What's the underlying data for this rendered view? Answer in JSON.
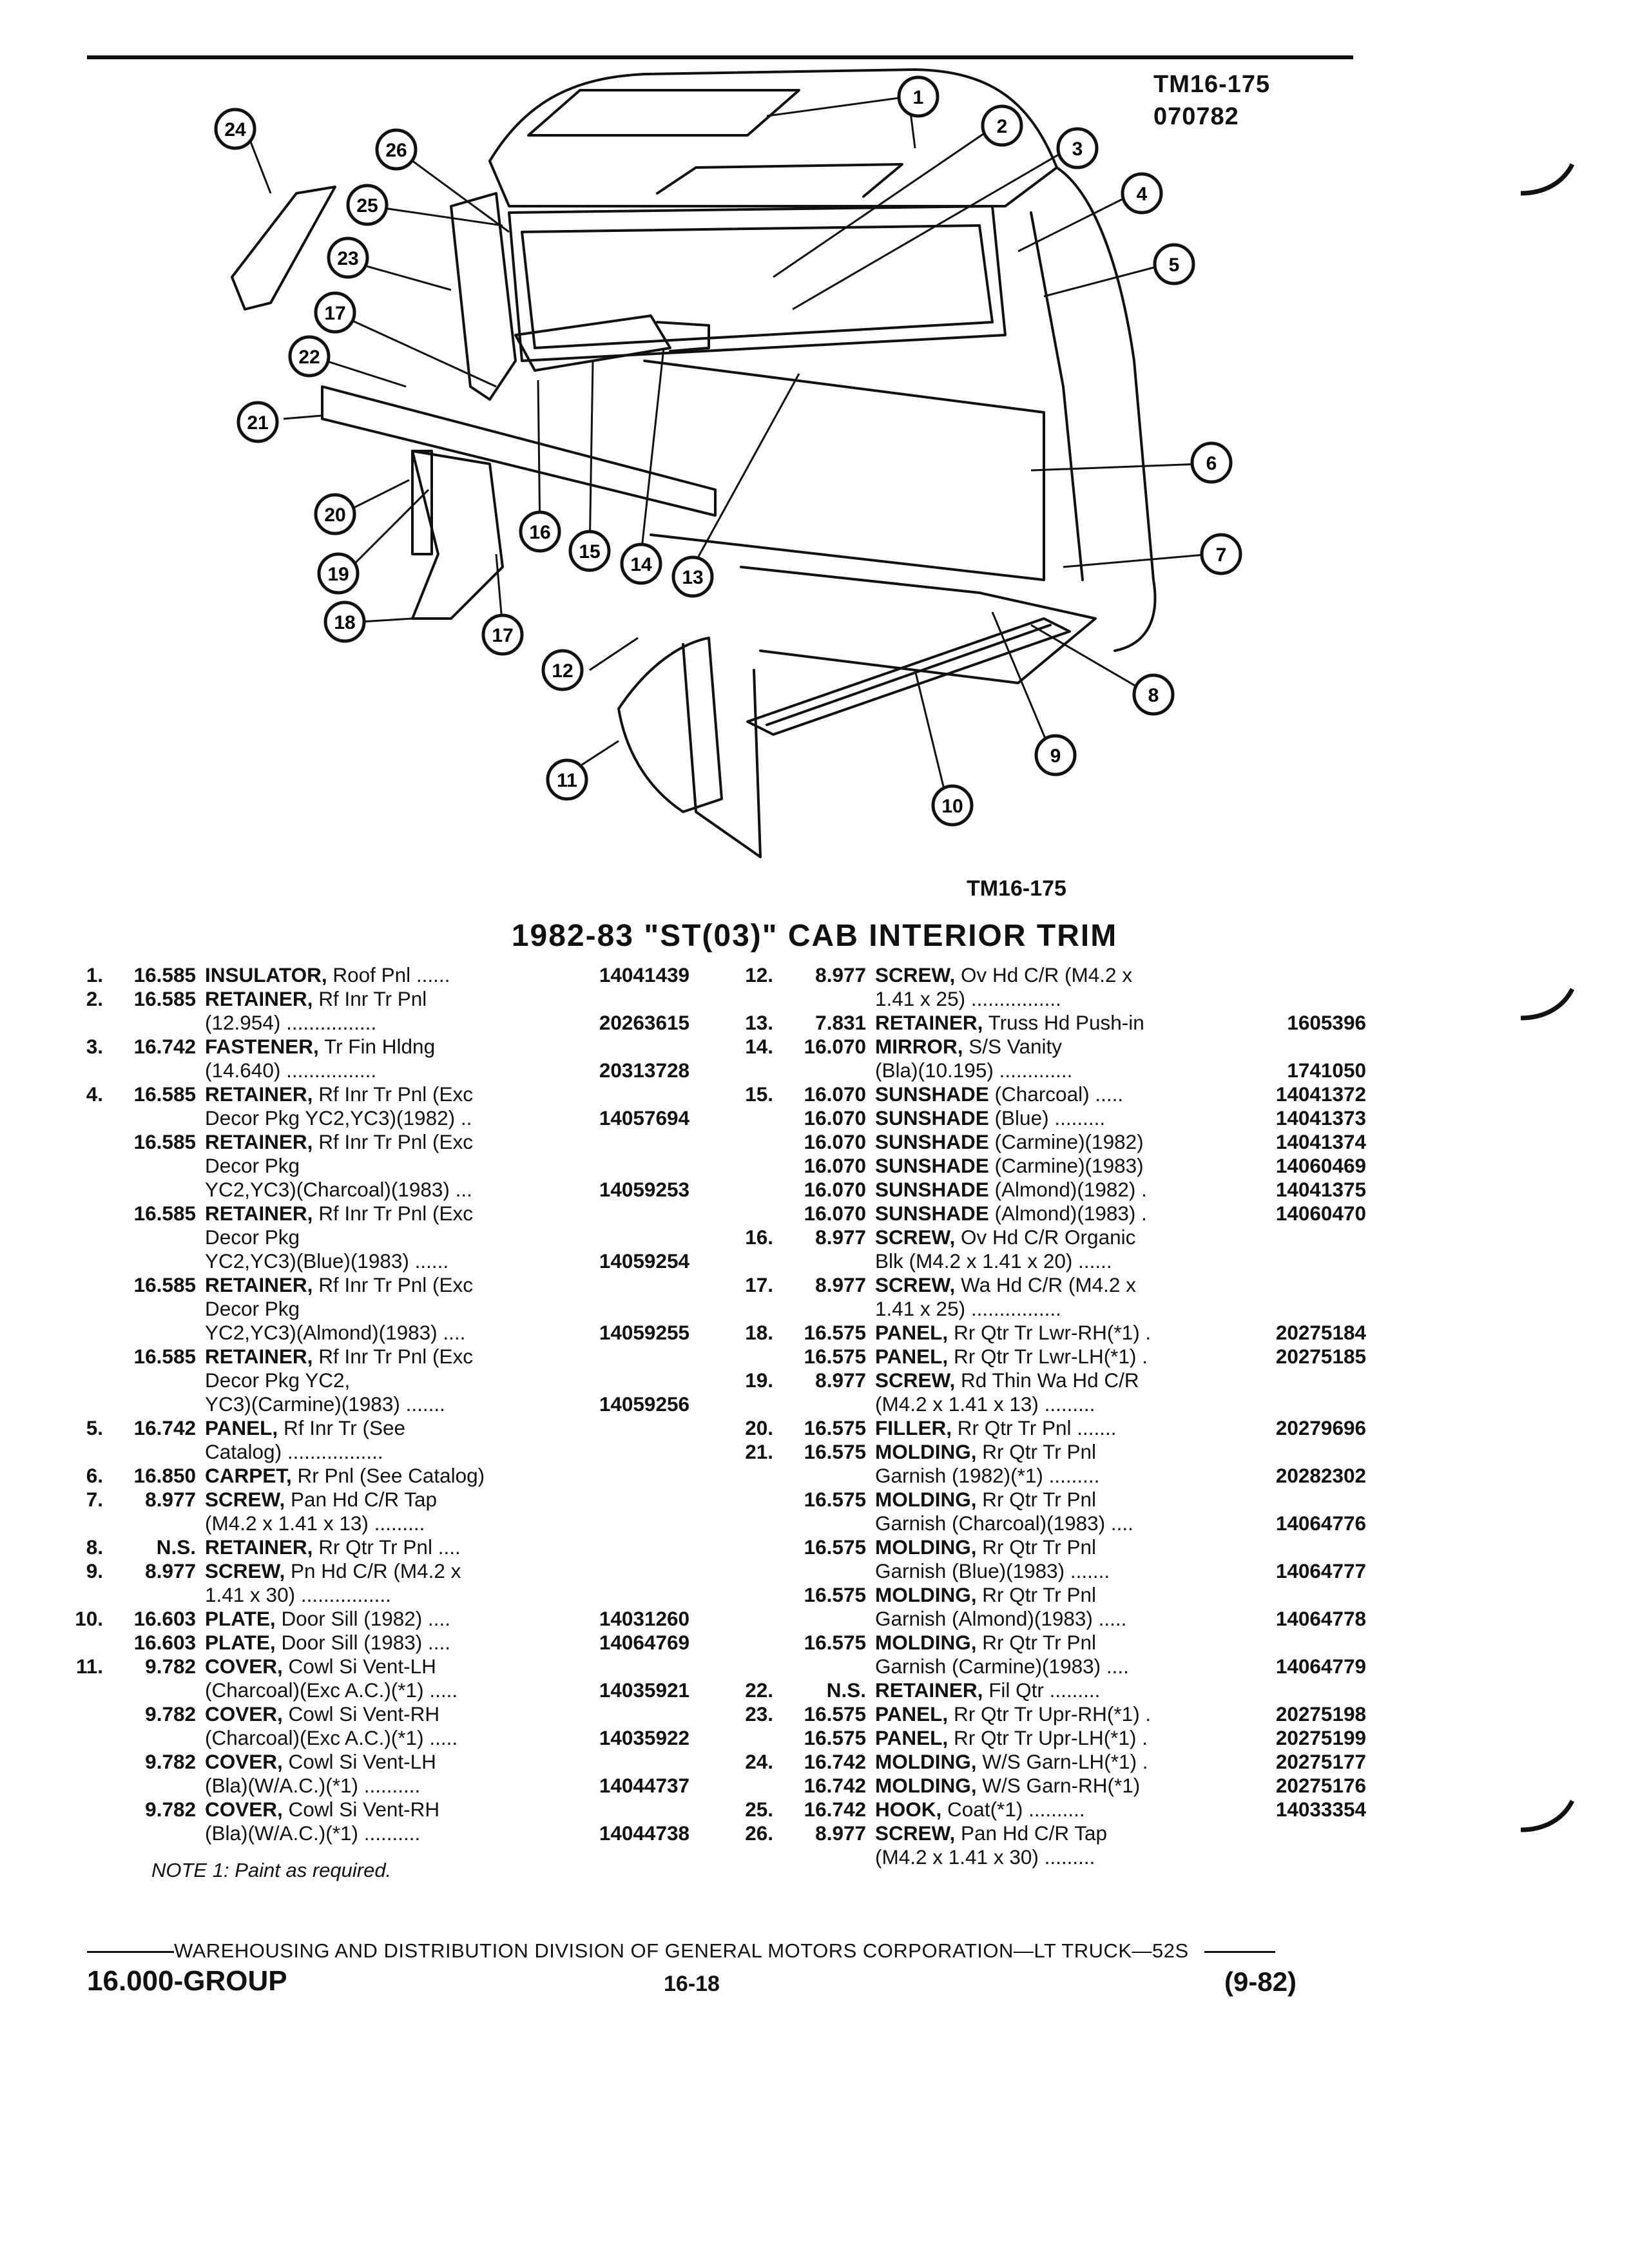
{
  "header": {
    "tm_code": "TM16-175",
    "tm_date": "070782"
  },
  "diagram": {
    "caption": "TM16-175",
    "callouts": [
      "1",
      "2",
      "3",
      "4",
      "5",
      "6",
      "7",
      "8",
      "9",
      "10",
      "11",
      "12",
      "13",
      "14",
      "15",
      "16",
      "17",
      "17",
      "18",
      "19",
      "20",
      "21",
      "22",
      "23",
      "24",
      "25",
      "26"
    ]
  },
  "title": "1982-83 \"ST(03)\" CAB INTERIOR TRIM",
  "left_column": [
    {
      "num": "1.",
      "code": "16.585",
      "name": "INSULATOR,",
      "desc": "Roof Pnl ......",
      "part": "14041439",
      "cont": []
    },
    {
      "num": "2.",
      "code": "16.585",
      "name": "RETAINER,",
      "desc": "Rf Inr Tr Pnl",
      "part": "",
      "cont": [
        "(12.954) ................",
        "20263615"
      ]
    },
    {
      "num": "3.",
      "code": "16.742",
      "name": "FASTENER,",
      "desc": "Tr Fin Hldng",
      "part": "",
      "cont": [
        "(14.640) ................",
        "20313728"
      ]
    },
    {
      "num": "4.",
      "code": "16.585",
      "name": "RETAINER,",
      "desc": "Rf Inr Tr Pnl (Exc",
      "part": "",
      "cont": [
        "Decor Pkg YC2,YC3)(1982) ..",
        "14057694"
      ]
    },
    {
      "num": "",
      "code": "16.585",
      "name": "RETAINER,",
      "desc": "Rf Inr Tr Pnl (Exc",
      "part": "",
      "cont": [
        "Decor Pkg",
        ""
      ],
      "cont2": [
        "YC2,YC3)(Charcoal)(1983) ...",
        "14059253"
      ]
    },
    {
      "num": "",
      "code": "16.585",
      "name": "RETAINER,",
      "desc": "Rf Inr Tr Pnl (Exc",
      "part": "",
      "cont": [
        "Decor Pkg",
        ""
      ],
      "cont2": [
        "YC2,YC3)(Blue)(1983) ......",
        "14059254"
      ]
    },
    {
      "num": "",
      "code": "16.585",
      "name": "RETAINER,",
      "desc": "Rf Inr Tr Pnl (Exc",
      "part": "",
      "cont": [
        "Decor Pkg",
        ""
      ],
      "cont2": [
        "YC2,YC3)(Almond)(1983) ....",
        "14059255"
      ]
    },
    {
      "num": "",
      "code": "16.585",
      "name": "RETAINER,",
      "desc": "Rf Inr Tr Pnl (Exc",
      "part": "",
      "cont": [
        "Decor Pkg YC2,",
        ""
      ],
      "cont2": [
        "YC3)(Carmine)(1983) .......",
        "14059256"
      ]
    },
    {
      "num": "5.",
      "code": "16.742",
      "name": "PANEL,",
      "desc": "Rf Inr Tr (See",
      "part": "",
      "cont": [
        "Catalog) .................",
        ""
      ]
    },
    {
      "num": "6.",
      "code": "16.850",
      "name": "CARPET,",
      "desc": "Rr Pnl (See Catalog)",
      "part": "",
      "cont": []
    },
    {
      "num": "7.",
      "code": "8.977",
      "name": "SCREW,",
      "desc": "Pan Hd C/R Tap",
      "part": "",
      "cont": [
        "(M4.2 x 1.41 x 13) .........",
        ""
      ]
    },
    {
      "num": "8.",
      "code": "N.S.",
      "name": "RETAINER,",
      "desc": "Rr Qtr Tr Pnl ....",
      "part": "",
      "cont": []
    },
    {
      "num": "9.",
      "code": "8.977",
      "name": "SCREW,",
      "desc": "Pn Hd C/R (M4.2 x",
      "part": "",
      "cont": [
        "1.41 x 30) ................",
        ""
      ]
    },
    {
      "num": "10.",
      "code": "16.603",
      "name": "PLATE,",
      "desc": "Door Sill (1982) ....",
      "part": "14031260",
      "cont": []
    },
    {
      "num": "",
      "code": "16.603",
      "name": "PLATE,",
      "desc": "Door Sill (1983) ....",
      "part": "14064769",
      "cont": []
    },
    {
      "num": "11.",
      "code": "9.782",
      "name": "COVER,",
      "desc": "Cowl Si Vent-LH",
      "part": "",
      "cont": [
        "(Charcoal)(Exc A.C.)(*1) .....",
        "14035921"
      ]
    },
    {
      "num": "",
      "code": "9.782",
      "name": "COVER,",
      "desc": "Cowl Si Vent-RH",
      "part": "",
      "cont": [
        "(Charcoal)(Exc A.C.)(*1) .....",
        "14035922"
      ]
    },
    {
      "num": "",
      "code": "9.782",
      "name": "COVER,",
      "desc": "Cowl Si Vent-LH",
      "part": "",
      "cont": [
        "(Bla)(W/A.C.)(*1) ..........",
        "14044737"
      ]
    },
    {
      "num": "",
      "code": "9.782",
      "name": "COVER,",
      "desc": "Cowl Si Vent-RH",
      "part": "",
      "cont": [
        "(Bla)(W/A.C.)(*1) ..........",
        "14044738"
      ]
    }
  ],
  "right_column": [
    {
      "num": "12.",
      "code": "8.977",
      "name": "SCREW,",
      "desc": "Ov Hd C/R (M4.2 x",
      "part": "",
      "cont": [
        "1.41 x 25) ................",
        ""
      ]
    },
    {
      "num": "13.",
      "code": "7.831",
      "name": "RETAINER,",
      "desc": "Truss Hd Push-in",
      "part": "1605396",
      "cont": []
    },
    {
      "num": "14.",
      "code": "16.070",
      "name": "MIRROR,",
      "desc": "S/S Vanity",
      "part": "",
      "cont": [
        "(Bla)(10.195) .............",
        "1741050"
      ]
    },
    {
      "num": "15.",
      "code": "16.070",
      "name": "SUNSHADE",
      "desc": "(Charcoal) .....",
      "part": "14041372",
      "cont": []
    },
    {
      "num": "",
      "code": "16.070",
      "name": "SUNSHADE",
      "desc": "(Blue) .........",
      "part": "14041373",
      "cont": []
    },
    {
      "num": "",
      "code": "16.070",
      "name": "SUNSHADE",
      "desc": "(Carmine)(1982)",
      "part": "14041374",
      "cont": []
    },
    {
      "num": "",
      "code": "16.070",
      "name": "SUNSHADE",
      "desc": "(Carmine)(1983)",
      "part": "14060469",
      "cont": []
    },
    {
      "num": "",
      "code": "16.070",
      "name": "SUNSHADE",
      "desc": "(Almond)(1982) .",
      "part": "14041375",
      "cont": []
    },
    {
      "num": "",
      "code": "16.070",
      "name": "SUNSHADE",
      "desc": "(Almond)(1983) .",
      "part": "14060470",
      "cont": []
    },
    {
      "num": "16.",
      "code": "8.977",
      "name": "SCREW,",
      "desc": "Ov Hd C/R Organic",
      "part": "",
      "cont": [
        "Blk (M4.2 x 1.41 x 20) ......",
        ""
      ]
    },
    {
      "num": "17.",
      "code": "8.977",
      "name": "SCREW,",
      "desc": "Wa Hd C/R (M4.2 x",
      "part": "",
      "cont": [
        "1.41 x 25) ................",
        ""
      ]
    },
    {
      "num": "18.",
      "code": "16.575",
      "name": "PANEL,",
      "desc": "Rr Qtr Tr Lwr-RH(*1) .",
      "part": "20275184",
      "cont": []
    },
    {
      "num": "",
      "code": "16.575",
      "name": "PANEL,",
      "desc": "Rr Qtr Tr Lwr-LH(*1) .",
      "part": "20275185",
      "cont": []
    },
    {
      "num": "19.",
      "code": "8.977",
      "name": "SCREW,",
      "desc": "Rd Thin Wa Hd C/R",
      "part": "",
      "cont": [
        "(M4.2 x 1.41 x 13) .........",
        ""
      ]
    },
    {
      "num": "20.",
      "code": "16.575",
      "name": "FILLER,",
      "desc": "Rr Qtr Tr Pnl .......",
      "part": "20279696",
      "cont": []
    },
    {
      "num": "21.",
      "code": "16.575",
      "name": "MOLDING,",
      "desc": "Rr Qtr Tr Pnl",
      "part": "",
      "cont": [
        "Garnish (1982)(*1) .........",
        "20282302"
      ]
    },
    {
      "num": "",
      "code": "16.575",
      "name": "MOLDING,",
      "desc": "Rr Qtr Tr Pnl",
      "part": "",
      "cont": [
        "Garnish (Charcoal)(1983) ....",
        "14064776"
      ]
    },
    {
      "num": "",
      "code": "16.575",
      "name": "MOLDING,",
      "desc": "Rr Qtr Tr Pnl",
      "part": "",
      "cont": [
        "Garnish (Blue)(1983) .......",
        "14064777"
      ]
    },
    {
      "num": "",
      "code": "16.575",
      "name": "MOLDING,",
      "desc": "Rr Qtr Tr Pnl",
      "part": "",
      "cont": [
        "Garnish (Almond)(1983) .....",
        "14064778"
      ]
    },
    {
      "num": "",
      "code": "16.575",
      "name": "MOLDING,",
      "desc": "Rr Qtr Tr Pnl",
      "part": "",
      "cont": [
        "Garnish (Carmine)(1983) ....",
        "14064779"
      ]
    },
    {
      "num": "22.",
      "code": "N.S.",
      "name": "RETAINER,",
      "desc": "Fil Qtr .........",
      "part": "",
      "cont": []
    },
    {
      "num": "23.",
      "code": "16.575",
      "name": "PANEL,",
      "desc": "Rr Qtr Tr Upr-RH(*1) .",
      "part": "20275198",
      "cont": []
    },
    {
      "num": "",
      "code": "16.575",
      "name": "PANEL,",
      "desc": "Rr Qtr Tr Upr-LH(*1) .",
      "part": "20275199",
      "cont": []
    },
    {
      "num": "24.",
      "code": "16.742",
      "name": "MOLDING,",
      "desc": "W/S Garn-LH(*1) .",
      "part": "20275177",
      "cont": []
    },
    {
      "num": "",
      "code": "16.742",
      "name": "MOLDING,",
      "desc": "W/S Garn-RH(*1)",
      "part": "20275176",
      "cont": []
    },
    {
      "num": "25.",
      "code": "16.742",
      "name": "HOOK,",
      "desc": "Coat(*1) ..........",
      "part": "14033354",
      "cont": []
    },
    {
      "num": "26.",
      "code": "8.977",
      "name": "SCREW,",
      "desc": "Pan Hd C/R Tap",
      "part": "",
      "cont": [
        "(M4.2 x 1.41 x 30) .........",
        ""
      ]
    }
  ],
  "note": "NOTE 1: Paint as required.",
  "footer": {
    "line": "WAREHOUSING AND DISTRIBUTION  DIVISION OF GENERAL MOTORS CORPORATION—LT TRUCK—52S",
    "group": "16.000-GROUP",
    "page": "16-18",
    "date": "(9-82)"
  }
}
